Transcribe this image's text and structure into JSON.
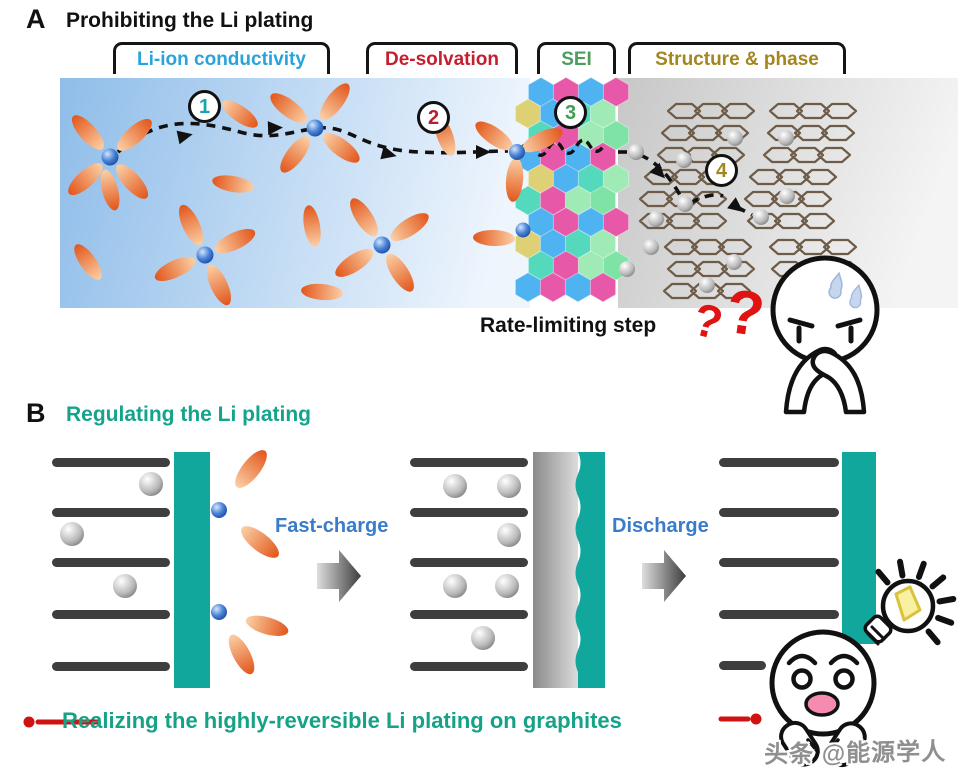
{
  "panel_a": {
    "label": "A",
    "title": "Prohibiting the Li plating",
    "steps": [
      {
        "num": "1",
        "label": "Li-ion conductivity"
      },
      {
        "num": "2",
        "label": "De-solvation"
      },
      {
        "num": "3",
        "label": "SEI"
      },
      {
        "num": "4",
        "label": "Structure & phase"
      }
    ],
    "caption": "Rate-limiting step",
    "question_marks": [
      "?",
      "?"
    ]
  },
  "panel_b": {
    "label": "B",
    "title": "Regulating the Li plating",
    "fast_charge_label": "Fast-charge",
    "discharge_label": "Discharge"
  },
  "footer": {
    "caption": "Realizing the highly-reversible Li plating on graphites"
  },
  "watermark": {
    "text": "头条 @能源学人"
  },
  "colors": {
    "step_nums": [
      "#18a5b2",
      "#b5202f",
      "#3f9e52",
      "#a3861d"
    ],
    "step_labels": [
      "#29a3dc",
      "#c41f2f",
      "#4d9d5f",
      "#a3861d"
    ],
    "teal": "#12a79c",
    "teal_text": "#16a286",
    "blue_text": "#3b7cc9",
    "red": "#e01212",
    "marker_red": "#cf1313",
    "bar_gray": "#3e3e3e",
    "chain_stroke": "#6e5c48",
    "sei_palette": [
      "#4fb3f2",
      "#7fe3a5",
      "#ddd075",
      "#e858a8",
      "#55d9bd",
      "#9feab5"
    ]
  }
}
